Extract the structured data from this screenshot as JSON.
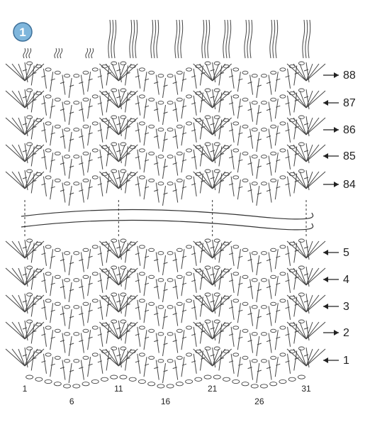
{
  "diagram": {
    "badge": "1",
    "top_rows": [
      {
        "label": "88",
        "arrow": "right"
      },
      {
        "label": "87",
        "arrow": "left"
      },
      {
        "label": "86",
        "arrow": "right"
      },
      {
        "label": "85",
        "arrow": "left"
      },
      {
        "label": "84",
        "arrow": "right"
      }
    ],
    "bottom_rows": [
      {
        "label": "5",
        "arrow": "left"
      },
      {
        "label": "4",
        "arrow": "left"
      },
      {
        "label": "3",
        "arrow": "left"
      },
      {
        "label": "2",
        "arrow": "right"
      },
      {
        "label": "1",
        "arrow": "left"
      }
    ],
    "column_labels": [
      "1",
      "6",
      "11",
      "16",
      "21",
      "26",
      "31"
    ],
    "colors": {
      "badge": "#7fb6dc",
      "ink": "#333333"
    },
    "icons": {
      "badge": "circled-number",
      "row_arrow": "arrow-icon",
      "fringe": "fringe-tassel",
      "stitch": "double-crochet-symbol",
      "chain": "chain-loop-symbol"
    }
  }
}
